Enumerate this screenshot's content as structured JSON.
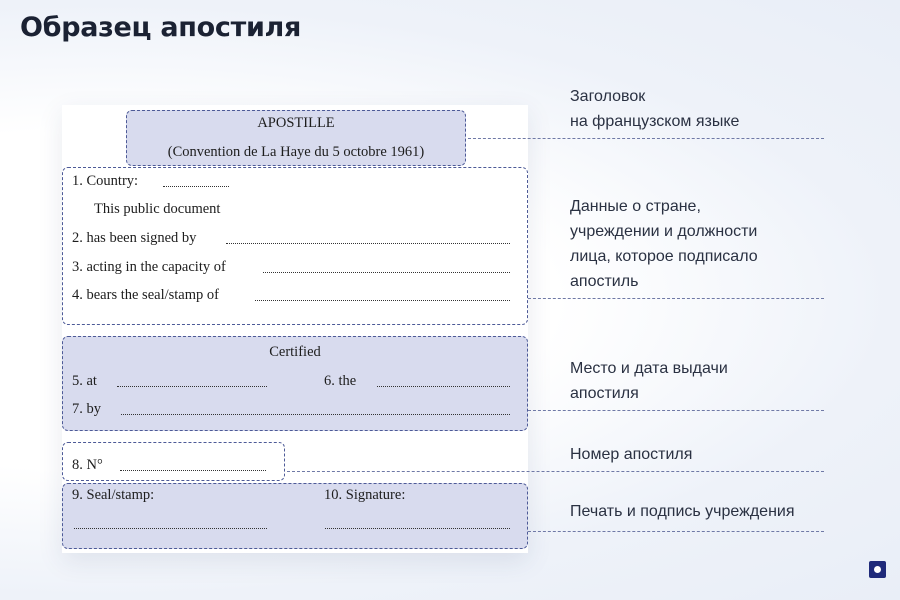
{
  "page_title": "Образец апостиля",
  "document": {
    "header": {
      "title": "APOSTILLE",
      "subtitle": "(Convention de La Haye du 5 octobre 1961)"
    },
    "authority": {
      "row1": "1.  Country:",
      "row1_extra": "This public document",
      "row2": "2.  has been signed by",
      "row3": "3.  acting in the capacity of",
      "row4": "4.  bears the seal/stamp of"
    },
    "certified": {
      "heading": "Certified",
      "at": "5.  at",
      "the": "6.  the",
      "by": "7.  by"
    },
    "number": {
      "label": "8.  N°"
    },
    "seal": {
      "seal_label": "9.  Seal/stamp:",
      "signature_label": "10.  Signature:"
    }
  },
  "annotations": {
    "header": [
      "Заголовок",
      "на французском языке"
    ],
    "authority": [
      "Данные о стране,",
      "учреждении и должности",
      "лица, которое подписало",
      "апостиль"
    ],
    "place_date": [
      "Место и дата выдачи",
      "апостиля"
    ],
    "number": [
      "Номер апостиля"
    ],
    "seal": [
      "Печать и подпись учреждения"
    ]
  },
  "colors": {
    "zone_fill": "#d8dbee",
    "zone_border": "#4d5a97",
    "accent": "#1f2a7a"
  }
}
